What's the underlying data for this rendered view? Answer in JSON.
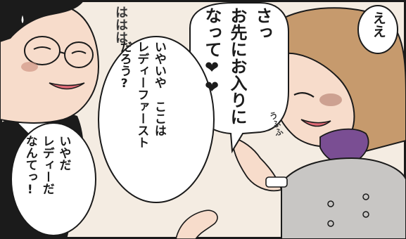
{
  "comic": {
    "bubbles": {
      "woman_top_small": {
        "line1": "ええ"
      },
      "woman_main": {
        "line1": "さっ",
        "line2": "お先にお入りに",
        "line3": "なって❤❤"
      },
      "man_middle": {
        "line1": "いやいや　ここは",
        "line2": "レディーファースト",
        "line3": "だろう?"
      },
      "man_bottom": {
        "line1": "いやだ",
        "line2": "レディーだ",
        "line3": "なんてっ!"
      }
    },
    "sound_effects": {
      "man_laugh": "ははは",
      "woman_laugh": "うふふ"
    }
  }
}
